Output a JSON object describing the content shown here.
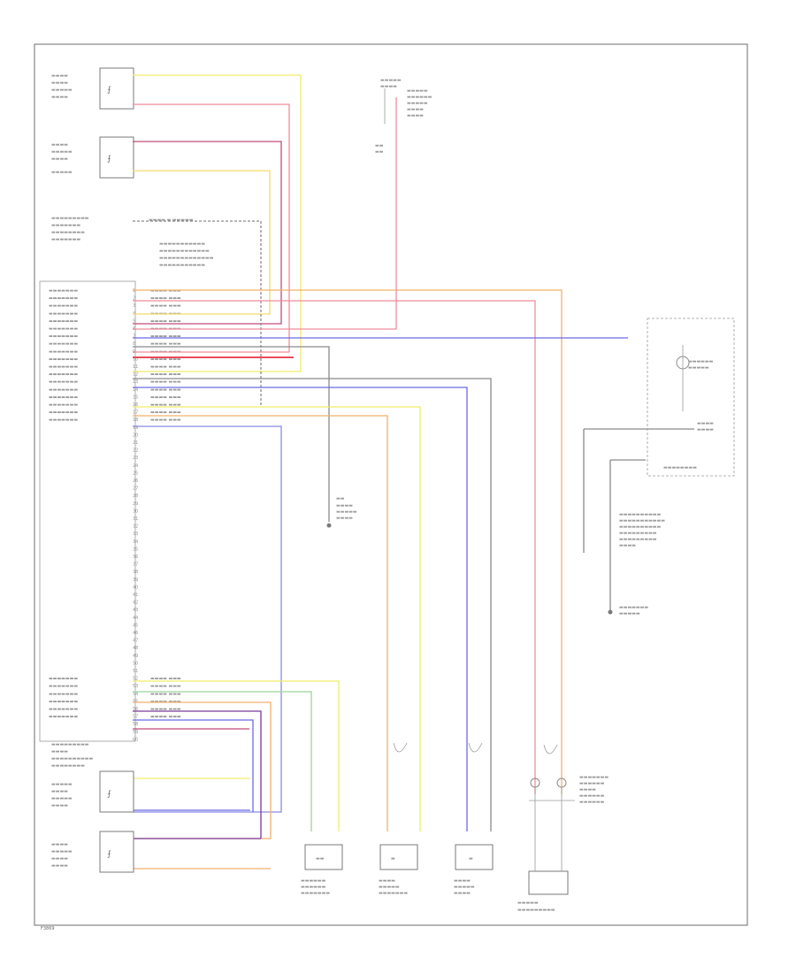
{
  "diagram": {
    "footer_code": "F3869",
    "pin_numbers": [
      "1",
      "2",
      "3",
      "4",
      "5",
      "6",
      "7",
      "8",
      "9",
      "10",
      "11",
      "12",
      "13",
      "14",
      "15",
      "16",
      "17",
      "18",
      "19",
      "20",
      "21",
      "22",
      "23",
      "24",
      "25",
      "26",
      "27",
      "28",
      "29",
      "30",
      "31",
      "32",
      "33",
      "34",
      "35",
      "36",
      "37",
      "38",
      "39",
      "40",
      "41",
      "42",
      "43",
      "44",
      "45",
      "46",
      "47",
      "48",
      "49",
      "50",
      "51",
      "52",
      "53",
      "54",
      "55",
      "56",
      "57",
      "58",
      "59",
      "60"
    ],
    "wire_colors": {
      "yellow": "#f2ec6a",
      "pink": "#f08c9a",
      "magenta": "#c04c7a",
      "orange": "#f2b06a",
      "blue": "#6a6ae6",
      "purple": "#7a3a9a",
      "gray": "#8a8a8a",
      "green": "#9ad49a"
    },
    "icons": [
      "resistor-icon",
      "airbag-module-icon",
      "ground-icon",
      "connector-icon",
      "squib-icon"
    ]
  }
}
